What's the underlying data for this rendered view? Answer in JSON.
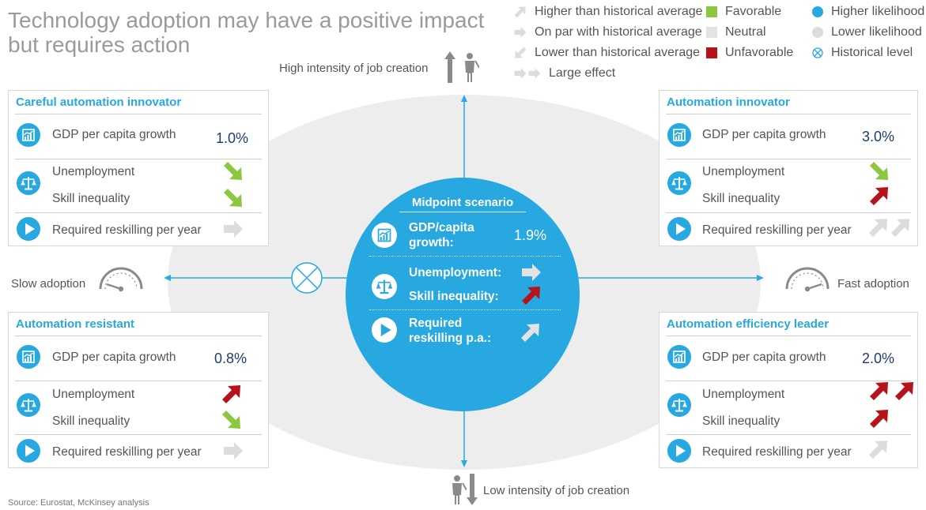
{
  "title": "Technology adoption may have a positive impact but requires action",
  "legend": {
    "col1": [
      "Higher than historical average",
      "On par with historical average",
      "Lower than historical average",
      "Large effect"
    ],
    "col2": [
      "Favorable",
      "Neutral",
      "Unfavorable"
    ],
    "col3": [
      "Higher likelihood",
      "Lower likelihood",
      "Historical level"
    ]
  },
  "colors": {
    "accent": "#27a8e0",
    "favorable": "#8dc63f",
    "neutral": "#e3e3e3",
    "unfavorable": "#b7131a",
    "lower_likelihood": "#dcdcdc",
    "ellipse": "#ededed"
  },
  "axes": {
    "top": "High intensity of job creation",
    "bottom": "Low intensity of job creation",
    "left": "Slow adoption",
    "right": "Fast adoption"
  },
  "labels": {
    "gdp": "GDP per capita growth",
    "unemployment": "Unemployment",
    "skill": "Skill inequality",
    "reskilling": "Required reskilling per year"
  },
  "cards": {
    "careful": {
      "title": "Careful automation innovator",
      "gdp": "1.0%",
      "unemployment": "lower-favorable",
      "skill": "lower-favorable",
      "reskilling": "par-neutral"
    },
    "innovator": {
      "title": "Automation innovator",
      "gdp": "3.0%",
      "unemployment": "lower-favorable",
      "skill": "higher-unfavorable",
      "reskilling": "higher-neutral-large"
    },
    "resistant": {
      "title": "Automation resistant",
      "gdp": "0.8%",
      "unemployment": "higher-unfavorable",
      "skill": "lower-favorable",
      "reskilling": "par-neutral"
    },
    "efficiency": {
      "title": "Automation efficiency leader",
      "gdp": "2.0%",
      "unemployment": "higher-unfavorable-large",
      "skill": "higher-unfavorable",
      "reskilling": "higher-neutral"
    }
  },
  "midpoint": {
    "title": "Midpoint scenario",
    "gdp_label_1": "GDP/capita",
    "gdp_label_2": "growth:",
    "gdp_value": "1.9%",
    "unemployment_label": "Unemployment:",
    "skill_label": "Skill inequality:",
    "reskilling_label_1": "Required",
    "reskilling_label_2": "reskilling p.a.:"
  },
  "source": "Source: Eurostat, McKinsey analysis"
}
